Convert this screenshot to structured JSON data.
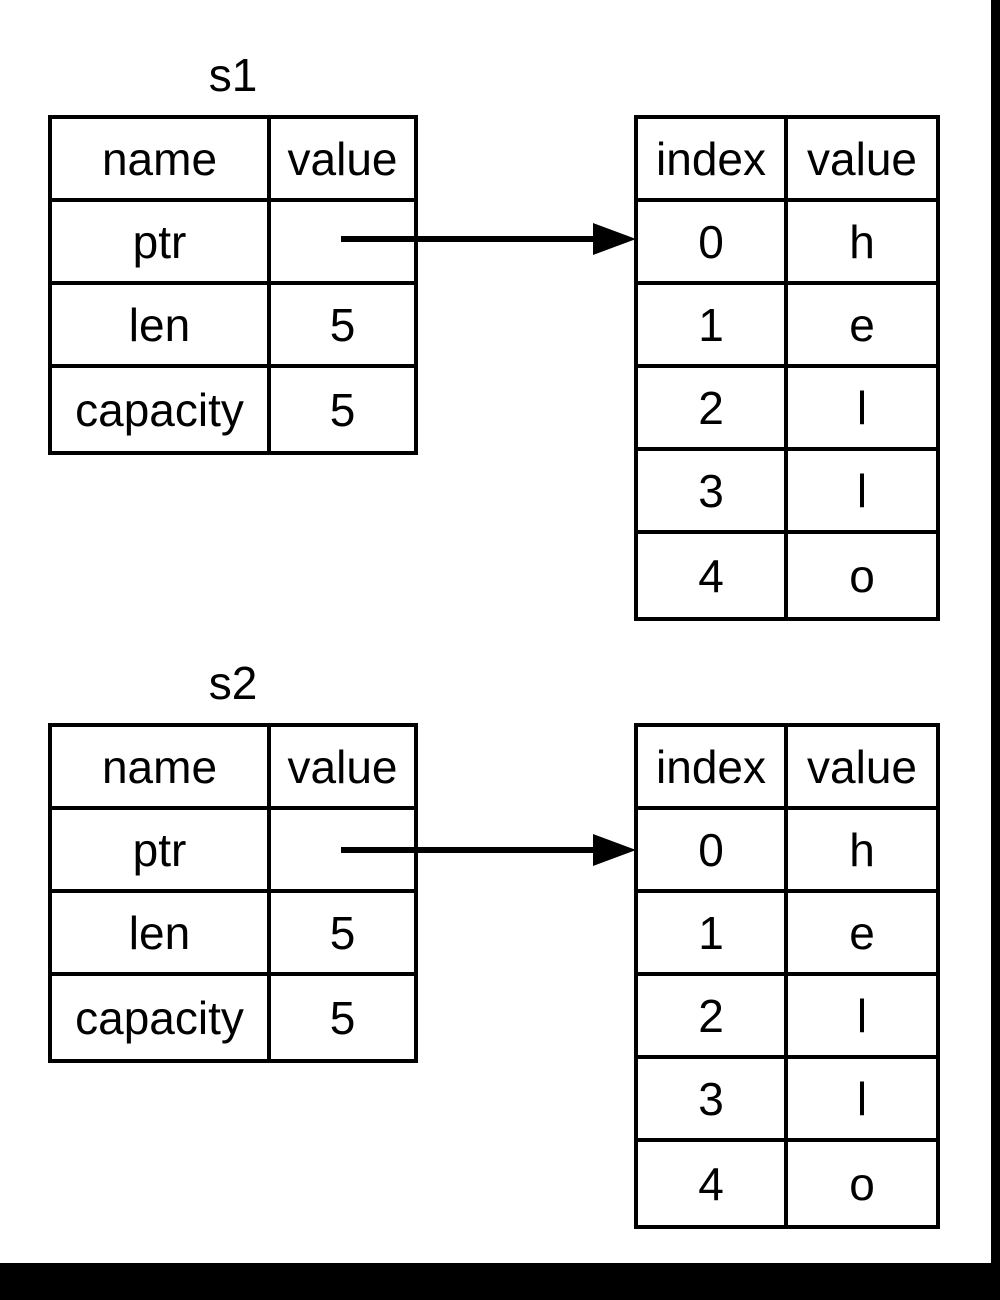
{
  "diagram": {
    "title_hidden": true,
    "background_color": "#ffffff",
    "stroke_color": "#000000",
    "groups": [
      {
        "name": "s1",
        "label": "s1",
        "struct_table": {
          "headers": [
            "name",
            "value"
          ],
          "rows": [
            {
              "name": "ptr",
              "value": ""
            },
            {
              "name": "len",
              "value": "5"
            },
            {
              "name": "capacity",
              "value": "5"
            }
          ]
        },
        "array_table": {
          "headers": [
            "index",
            "value"
          ],
          "rows": [
            {
              "index": "0",
              "value": "h"
            },
            {
              "index": "1",
              "value": "e"
            },
            {
              "index": "2",
              "value": "l"
            },
            {
              "index": "3",
              "value": "l"
            },
            {
              "index": "4",
              "value": "o"
            }
          ]
        },
        "pointer": {
          "from": "ptr",
          "to": "index 0",
          "style": "solid-line-filled-arrowhead"
        }
      },
      {
        "name": "s2",
        "label": "s2",
        "struct_table": {
          "headers": [
            "name",
            "value"
          ],
          "rows": [
            {
              "name": "ptr",
              "value": ""
            },
            {
              "name": "len",
              "value": "5"
            },
            {
              "name": "capacity",
              "value": "5"
            }
          ]
        },
        "array_table": {
          "headers": [
            "index",
            "value"
          ],
          "rows": [
            {
              "index": "0",
              "value": "h"
            },
            {
              "index": "1",
              "value": "e"
            },
            {
              "index": "2",
              "value": "l"
            },
            {
              "index": "3",
              "value": "l"
            },
            {
              "index": "4",
              "value": "o"
            }
          ]
        },
        "pointer": {
          "from": "ptr",
          "to": "index 0",
          "style": "solid-line-filled-arrowhead"
        }
      }
    ]
  }
}
